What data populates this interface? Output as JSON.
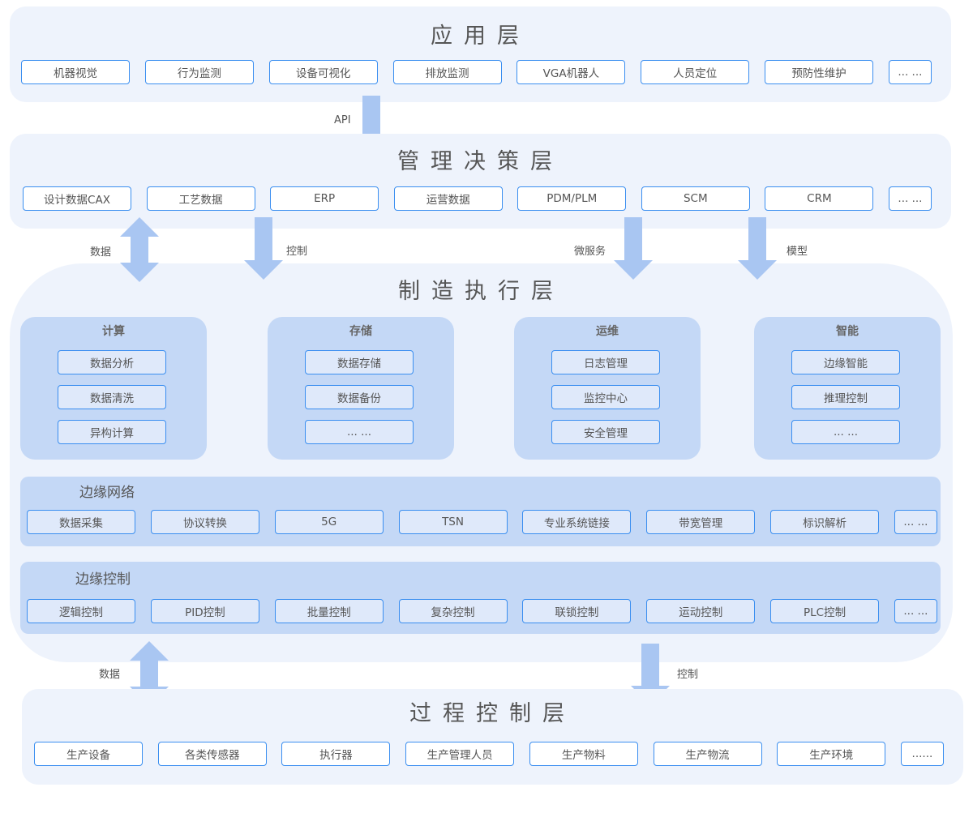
{
  "app_layer": {
    "title": "应用层",
    "items": [
      "机器视觉",
      "行为监测",
      "设备可视化",
      "排放监测",
      "VGA机器人",
      "人员定位",
      "预防性维护",
      "... ..."
    ]
  },
  "mgmt_layer": {
    "title": "管理决策层",
    "items": [
      "设计数据CAX",
      "工艺数据",
      "ERP",
      "运营数据",
      "PDM/PLM",
      "SCM",
      "CRM",
      "... ..."
    ]
  },
  "mes_layer": {
    "title": "制造执行层",
    "modules": [
      {
        "title": "计算",
        "items": [
          "数据分析",
          "数据清洗",
          "异构计算"
        ]
      },
      {
        "title": "存储",
        "items": [
          "数据存储",
          "数据备份",
          "... ..."
        ]
      },
      {
        "title": "运维",
        "items": [
          "日志管理",
          "监控中心",
          "安全管理"
        ]
      },
      {
        "title": "智能",
        "items": [
          "边缘智能",
          "推理控制",
          "... ..."
        ]
      }
    ],
    "edge_network": {
      "title": "边缘网络",
      "items": [
        "数据采集",
        "协议转换",
        "5G",
        "TSN",
        "专业系统链接",
        "带宽管理",
        "标识解析",
        "... ..."
      ]
    },
    "edge_control": {
      "title": "边缘控制",
      "items": [
        "逻辑控制",
        "PID控制",
        "批量控制",
        "复杂控制",
        "联锁控制",
        "运动控制",
        "PLC控制",
        "... ..."
      ]
    }
  },
  "process_layer": {
    "title": "过程控制层",
    "items": [
      "生产设备",
      "各类传感器",
      "执行器",
      "生产管理人员",
      "生产物料",
      "生产物流",
      "生产环境",
      "......"
    ]
  },
  "arrows": {
    "api": "API",
    "data_top": "数据",
    "control_top": "控制",
    "microservice": "微服务",
    "model": "模型",
    "data_bottom": "数据",
    "control_bottom": "控制"
  },
  "colors": {
    "arrow": "#a9c6f2",
    "border": "#3a8ef0",
    "layer_bg": "#eef3fc",
    "module_bg": "#c4d8f6"
  }
}
